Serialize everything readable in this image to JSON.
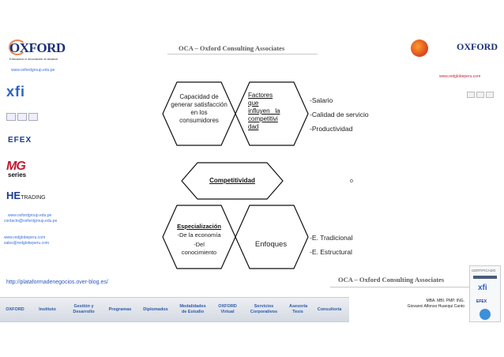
{
  "header": {
    "title": "OCA – Oxford Consulting Associates"
  },
  "left_column": {
    "oxford_logo": "OXFORD",
    "oxford_tagline": "Educación e innovación al alcance",
    "oxford_url": "www.oxfordgroup.edu.pe",
    "xfi_logo": "xfi",
    "efex_logo": "EFEX",
    "mg_logo": "MG",
    "mg_sub": "series",
    "he_logo": "HE",
    "he_sub": "TRADING",
    "contact_1a": "www.oxfordgroup.edu.pe",
    "contact_1b": "contacto@oxfordgroup.edu.pe",
    "contact_2a": "www.redglobeperu.com",
    "contact_2b": "sales@redglobeperu.com"
  },
  "right_column": {
    "redglobe_url": "www.redglobeperu.com",
    "oxford_logo": "OXFORD"
  },
  "diagram": {
    "hex_top_left": "Capacidad de generar satisfacción en los consumidores",
    "hex_top_right": "Factores que influyen la competitividad",
    "hex_top_right_lines": [
      "Factores",
      "que",
      "influyen   la",
      "competitivi",
      "dad"
    ],
    "top_list": [
      "-Salario",
      "-Calidad de servicio",
      "-Productividad"
    ],
    "center": "Competitividad",
    "hex_bottom_left_title": "Especialización",
    "hex_bottom_left_items": [
      "-De la economía",
      "-Del conocimiento"
    ],
    "hex_bottom_right": "Enfoques",
    "bottom_list": [
      "-E. Tradicional",
      "-E. Estructural"
    ],
    "stray_mark": "o"
  },
  "blog_url": "http://plataformadenegocios.over-blog.es/",
  "footer": {
    "title": "OCA – Oxford Consulting Associates",
    "nav": [
      "OXFORD",
      "Instituto",
      "Gestión y Desarrollo",
      "Programas",
      "Diplomados",
      "Modalidades de Estudio",
      "OXFORD Virtual",
      "Servicios Corporativos",
      "Asesoría Tesis",
      "Consultoría"
    ],
    "signature_1": "MBA. MBI. PMP. ING.",
    "signature_2": "Giovanni Alfonso Huanqui Canto",
    "cert_label": "CERTIFICADO"
  },
  "colors": {
    "accent": "#2d5aa9",
    "brand_red": "#c4192d",
    "hex_stroke": "#111111"
  }
}
